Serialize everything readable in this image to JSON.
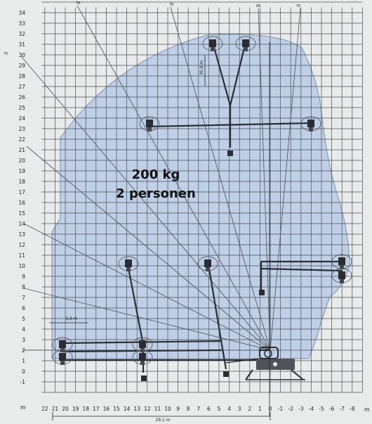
{
  "load": {
    "capacity": "200 kg",
    "persons": "2 personen"
  },
  "axes": {
    "y_ticks": [
      "34",
      "33",
      "32",
      "31",
      "30",
      "29",
      "28",
      "27",
      "26",
      "25",
      "24",
      "23",
      "22",
      "21",
      "20",
      "19",
      "18",
      "17",
      "16",
      "15",
      "14",
      "13",
      "12",
      "11",
      "10",
      "9",
      "8",
      "7",
      "6",
      "5",
      "4",
      "3",
      "2",
      "1",
      "0",
      "-1"
    ],
    "y_unit": "m",
    "x_ticks": [
      "22",
      "21",
      "20",
      "19",
      "18",
      "17",
      "16",
      "15",
      "14",
      "13",
      "12",
      "11",
      "10",
      "9",
      "8",
      "7",
      "6",
      "5",
      "4",
      "3",
      "2",
      "1",
      "0",
      "-1",
      "-2",
      "-3",
      "-4",
      "-5",
      "-6",
      "-7",
      "-8"
    ],
    "x_unit": "m"
  },
  "dimensions": {
    "outreach": "29,1 m",
    "offset": "5,6 m",
    "height": "30,8 m"
  },
  "angle_labels": [
    "78",
    "76",
    "68",
    "70",
    "75"
  ],
  "colors": {
    "envelope_fill": "#bfcfe6",
    "envelope_stroke": "#8a9bb8",
    "grid": "#4a4e55",
    "boom": "#2a2d33",
    "background": "#e9eaea"
  },
  "icons": [
    "basket-icon",
    "crane-base-icon"
  ]
}
